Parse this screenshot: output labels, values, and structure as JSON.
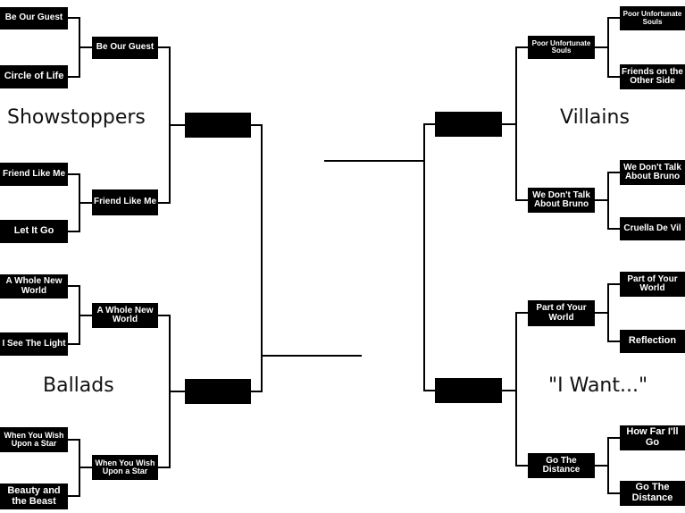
{
  "regions": {
    "top_left": "Showstoppers",
    "top_right": "Villains",
    "bottom_left": "Ballads",
    "bottom_right": "\"I Want...\""
  },
  "showstoppers": {
    "round1": [
      "Be Our Guest",
      "Circle of Life",
      "Friend Like Me",
      "Let It Go"
    ],
    "round2": [
      "Be Our Guest",
      "Friend Like Me"
    ],
    "round3": ""
  },
  "ballads": {
    "round1": [
      "A Whole New World",
      "I See The Light",
      "When You Wish Upon a Star",
      "Beauty and the Beast"
    ],
    "round2": [
      "A Whole New World",
      "When You Wish Upon a Star"
    ],
    "round3": ""
  },
  "villains": {
    "round1": [
      "Poor Unfortunate Souls",
      "Friends on the Other Side",
      "We Don't Talk About Bruno",
      "Cruella De Vil"
    ],
    "round2": [
      "Poor Unfortunate Souls",
      "We Don't Talk About Bruno"
    ],
    "round3": ""
  },
  "i_want": {
    "round1": [
      "Part of Your World",
      "Reflection",
      "How Far I'll Go",
      "Go The Distance"
    ],
    "round2": [
      "Part of Your World",
      "Go The Distance"
    ],
    "round3": ""
  }
}
